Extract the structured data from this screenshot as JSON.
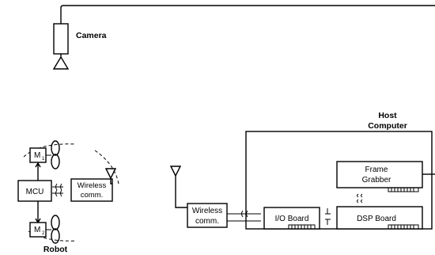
{
  "camera": {
    "label": "Camera"
  },
  "host": {
    "title_line1": "Host",
    "title_line2": "Computer"
  },
  "frame_grabber": {
    "line1": "Frame",
    "line2": "Grabber"
  },
  "dsp_board": {
    "label": "DSP Board"
  },
  "io_board": {
    "label": "I/O Board"
  },
  "host_wireless": {
    "line1": "Wireless",
    "line2": "comm."
  },
  "robot": {
    "label": "Robot",
    "mcu": "MCU",
    "motor_top": "M",
    "motor_top_sub": "1",
    "motor_bottom": "M",
    "motor_bottom_sub": "2",
    "wireless_line1": "Wireless",
    "wireless_line2": "comm."
  }
}
